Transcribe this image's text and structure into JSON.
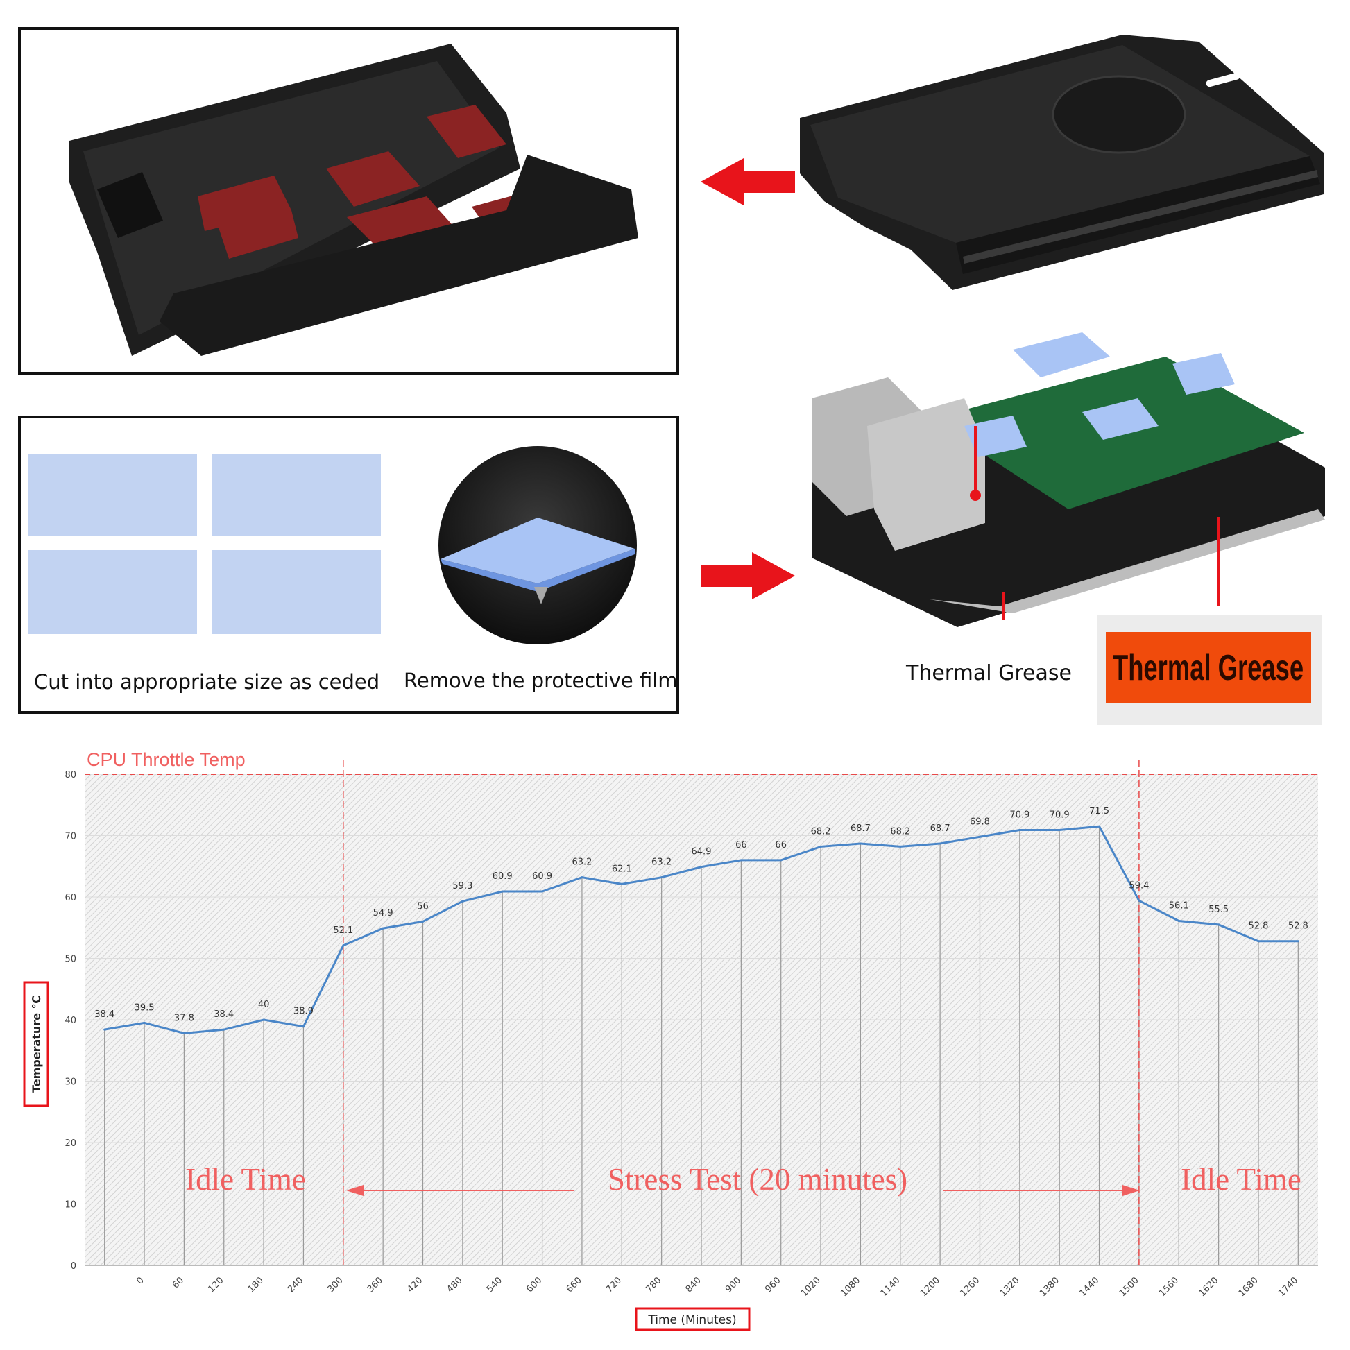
{
  "steps": {
    "cut_caption": "Cut into appropriate size as ceded",
    "film_caption": "Remove the protective film",
    "grease_label": "Thermal Grease",
    "packet_text": "Thermal Grease"
  },
  "colors": {
    "pad_blue": "#c2d3f2",
    "arrow_red": "#e8141b",
    "line_blue": "#4a86c8",
    "annotation_red": "#f06060",
    "case_black": "#1e1e1e",
    "red_pad": "#8b2323"
  },
  "chart_data": {
    "type": "line",
    "title": "",
    "xlabel": "Time (Minutes)",
    "ylabel": "Temperature ℃",
    "ylim": [
      0,
      80
    ],
    "yticks": [
      0,
      10,
      20,
      30,
      40,
      50,
      60,
      70,
      80
    ],
    "xtick_labels": [
      "0",
      "60",
      "120",
      "180",
      "240",
      "300",
      "360",
      "420",
      "480",
      "540",
      "600",
      "660",
      "720",
      "780",
      "840",
      "900",
      "960",
      "1020",
      "1080",
      "1140",
      "1200",
      "1260",
      "1320",
      "1380",
      "1440",
      "1500",
      "1560",
      "1620",
      "1680",
      "1740"
    ],
    "values": [
      38.4,
      39.5,
      37.8,
      38.4,
      40,
      38.9,
      52.1,
      54.9,
      56,
      59.3,
      60.9,
      60.9,
      63.2,
      62.1,
      63.2,
      64.9,
      66,
      66,
      68.2,
      68.7,
      68.2,
      68.7,
      69.8,
      70.9,
      70.9,
      71.5,
      59.4,
      56.1,
      55.5,
      52.8,
      52.8
    ],
    "value_labels": [
      "38.4",
      "39.5",
      "37.8",
      "38.4",
      "40",
      "38.9",
      "52.1",
      "54.9",
      "56",
      "59.3",
      "60.9",
      "60.9",
      "63.2",
      "62.1",
      "63.2",
      "64.9",
      "66",
      "66",
      "68.2",
      "68.7",
      "68.2",
      "68.7",
      "69.8",
      "70.9",
      "70.9",
      "71.5",
      "59.4",
      "56.1",
      "55.5",
      "52.8",
      "52.8"
    ],
    "threshold": {
      "value": 80,
      "label": "CPU Throttle Temp"
    },
    "phase_boundaries_index": [
      6,
      26
    ],
    "annotations": [
      "Idle Time",
      "Stress Test (20 minutes)",
      "Idle Time"
    ],
    "grid": true,
    "legend": "none"
  }
}
